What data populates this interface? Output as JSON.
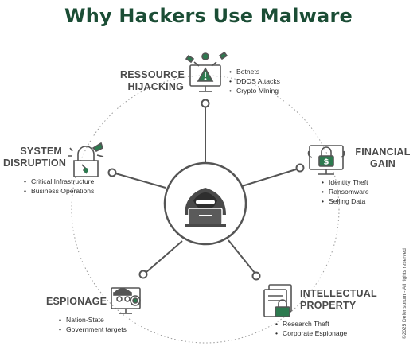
{
  "title": "Why Hackers Use Malware",
  "center_icon": "hacker-laptop-icon",
  "categories": {
    "resource_hijacking": {
      "heading": [
        "RESSOURCE",
        "HIJACKING"
      ],
      "icon": "monitor-warning-icon",
      "items": [
        "Botnets",
        "DDOS Attacks",
        "Crypto Mining"
      ]
    },
    "financial_gain": {
      "heading": [
        "FINANCIAL",
        "GAIN"
      ],
      "icon": "locked-money-icon",
      "items": [
        "Identity Theft",
        "Ransomware",
        "Selling Data"
      ]
    },
    "intellectual_property": {
      "heading": [
        "INTELLECTUAL",
        "PROPERTY"
      ],
      "icon": "locked-documents-icon",
      "items": [
        "Research Theft",
        "Corporate Espionage"
      ]
    },
    "espionage": {
      "heading": [
        "ESPIONAGE"
      ],
      "icon": "spy-monitor-icon",
      "items": [
        "Nation-State",
        "Government targets"
      ]
    },
    "system_disruption": {
      "heading": [
        "SYSTEM",
        "DISRUPTION"
      ],
      "icon": "broken-lock-icon",
      "items": [
        "Critical Infrastructure",
        "Business Operations"
      ]
    }
  },
  "copyright": "©2025 Defensorum - All rights reserved",
  "colors": {
    "title": "#1b4d35",
    "accent": "#2d7a4f",
    "line": "#555555"
  }
}
